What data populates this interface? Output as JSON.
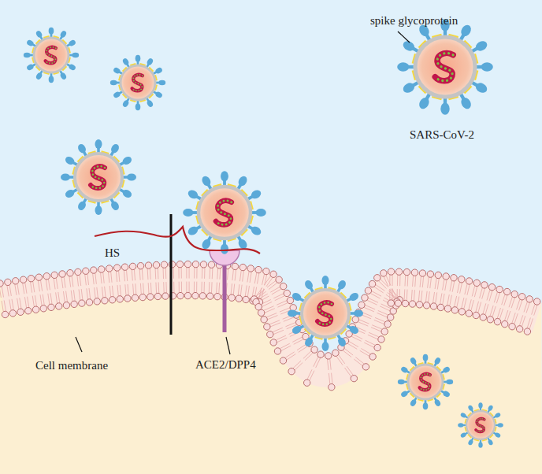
{
  "diagram": {
    "labels": [
      "spike glycoprotein",
      "SARS-CoV-2",
      "HS",
      "Cell membrane",
      "ACE2/DPP4"
    ]
  }
}
